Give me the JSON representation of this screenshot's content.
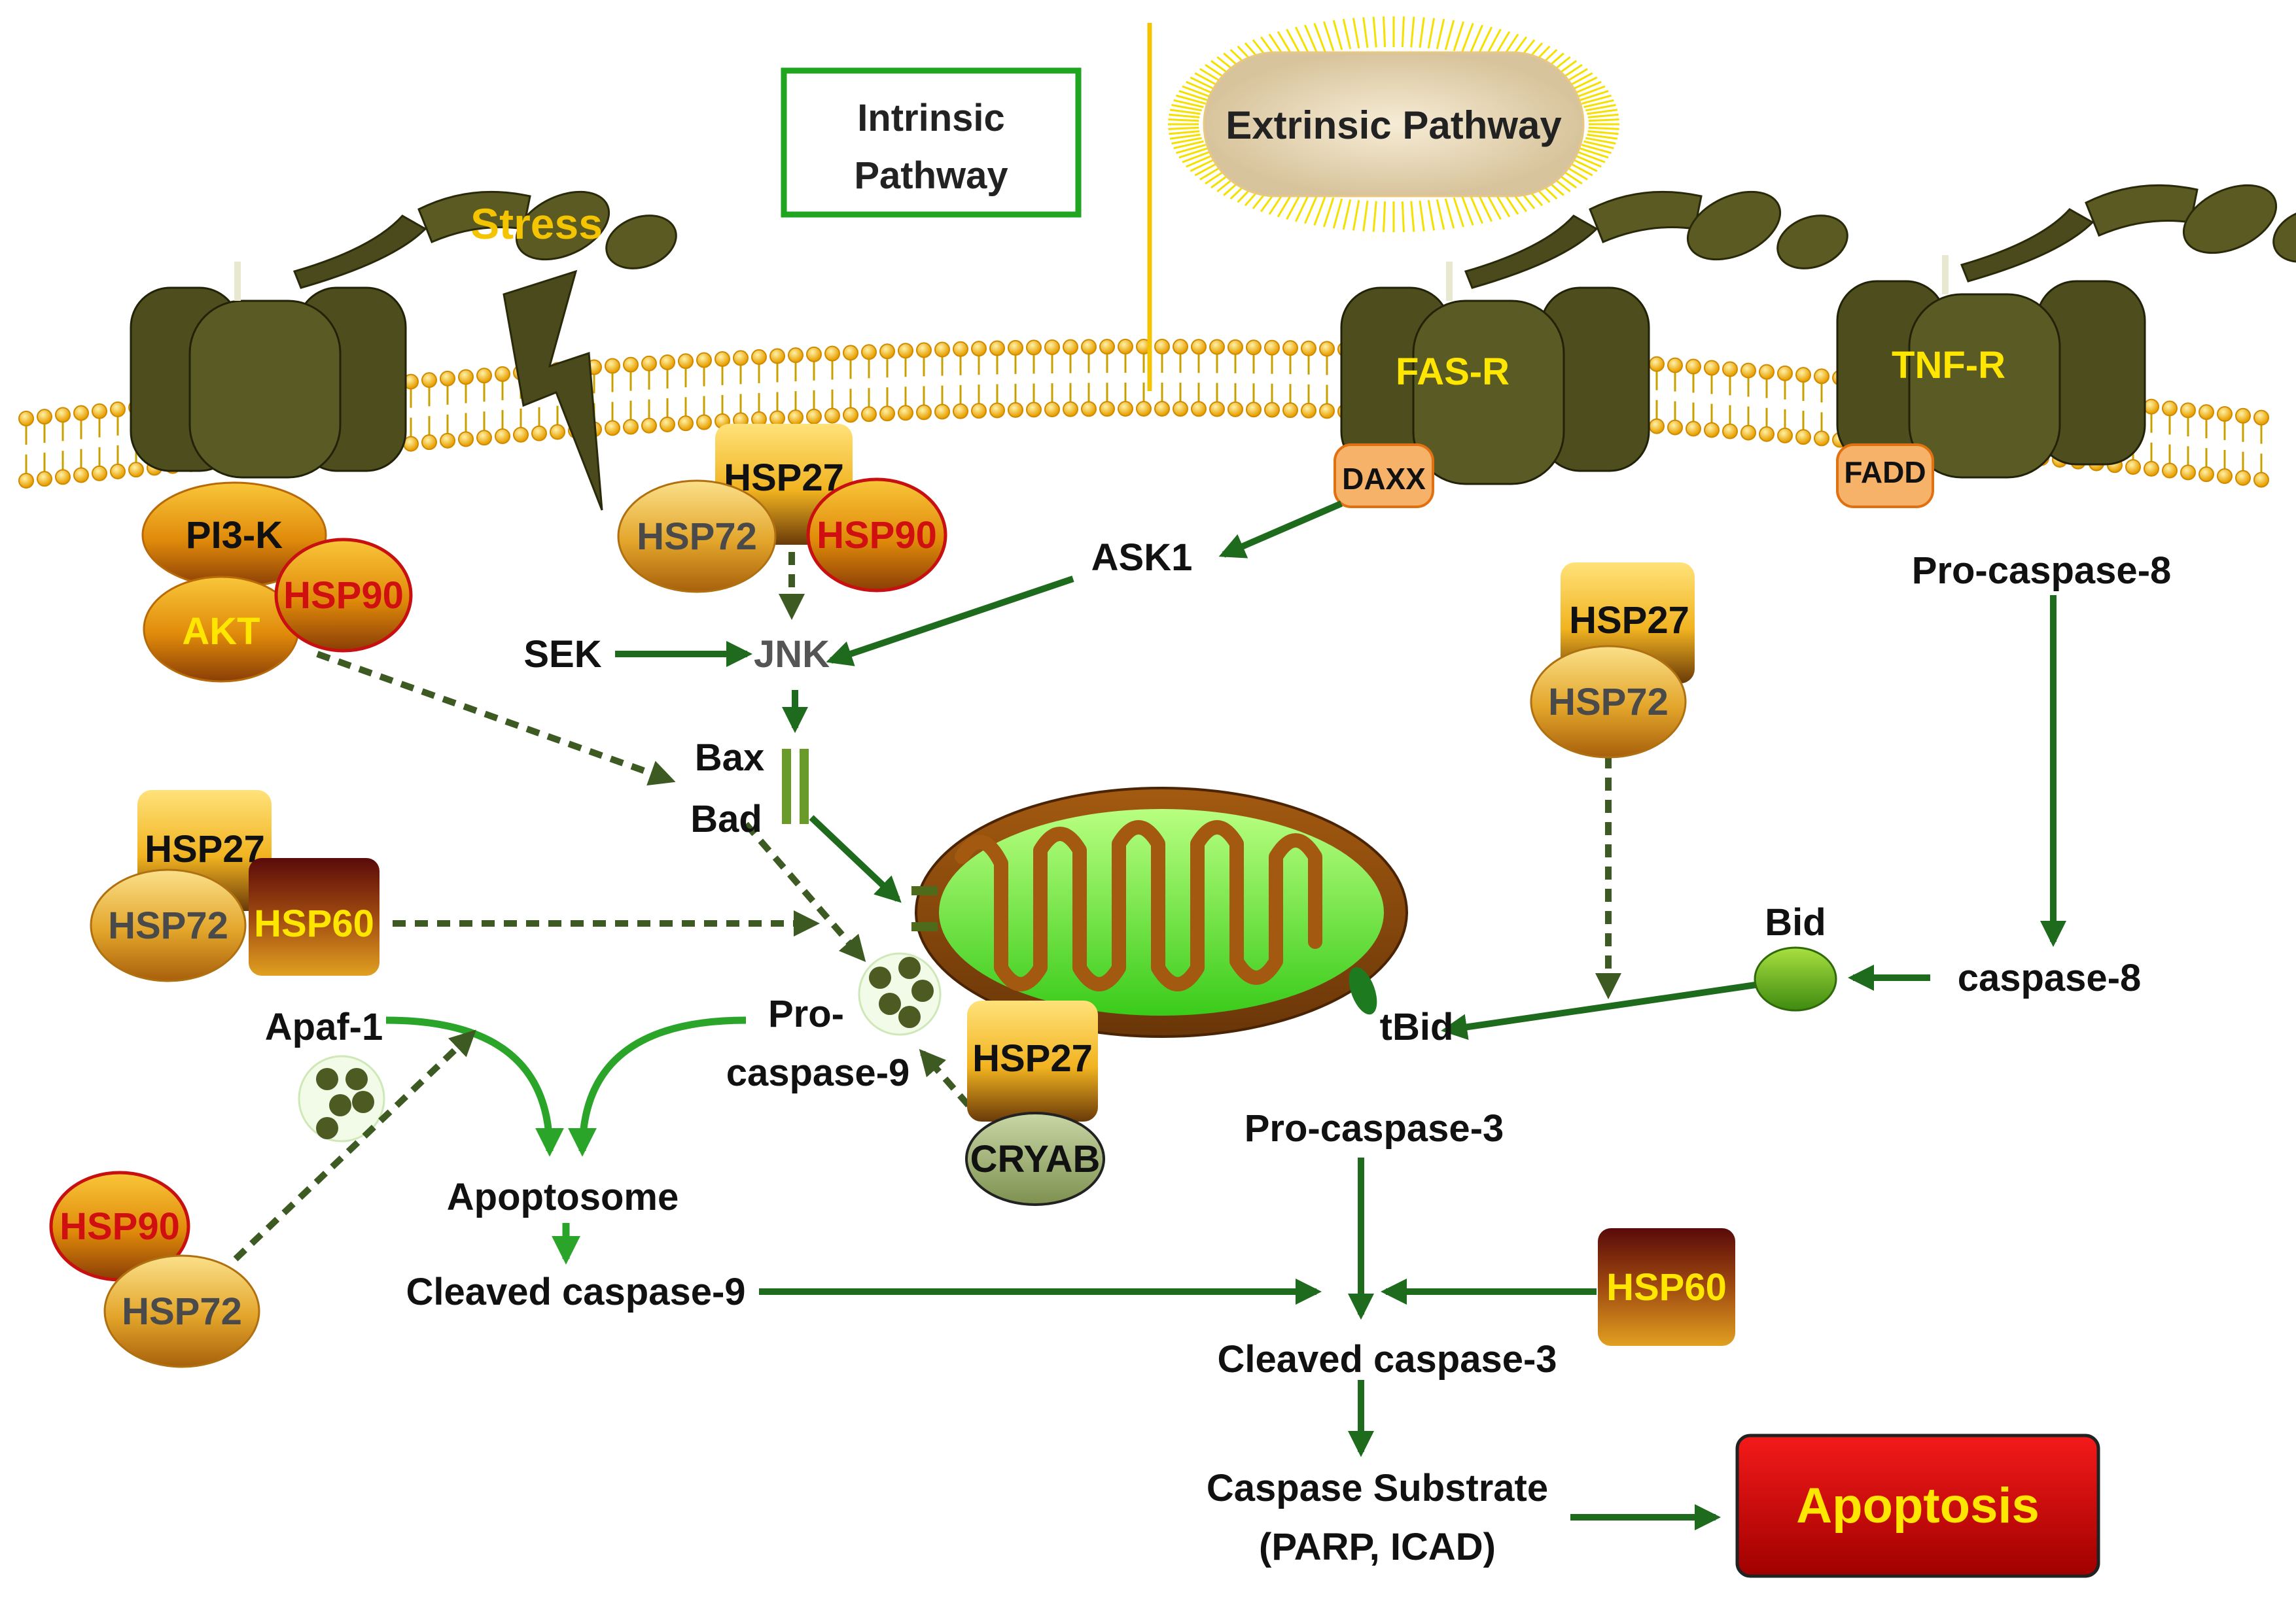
{
  "header": {
    "intrinsic_pathway": [
      "Intrinsic",
      "Pathway"
    ],
    "extrinsic_pathway": "Extrinsic Pathway"
  },
  "membrane": {
    "stress": "Stress",
    "receptors": {
      "fas": "FAS-R",
      "tnf": "TNF-R"
    },
    "adaptors": {
      "daxx": "DAXX",
      "fadd": "FADD"
    }
  },
  "proteins": {
    "pi3k": "PI3-K",
    "akt": "AKT",
    "hsp90": "HSP90",
    "hsp72": "HSP72",
    "hsp27": "HSP27",
    "hsp60": "HSP60",
    "cryab": "CRYAB"
  },
  "labels": {
    "ask1": "ASK1",
    "sek": "SEK",
    "jnk": "JNK",
    "bax": "Bax",
    "bad": "Bad",
    "pro_caspase_8": "Pro-caspase-8",
    "caspase_8": "caspase-8",
    "bid": "Bid",
    "tbid": "tBid",
    "apaf1": "Apaf-1",
    "pro_caspase_9": [
      "Pro-",
      "caspase-9"
    ],
    "apoptosome": "Apoptosome",
    "cleaved_caspase_9": "Cleaved caspase-9",
    "pro_caspase_3": "Pro-caspase-3",
    "cleaved_caspase_3": "Cleaved caspase-3",
    "caspase_substrate": [
      "Caspase Substrate",
      "(PARP, ICAD)"
    ]
  },
  "outcome": {
    "apoptosis": "Apoptosis"
  },
  "colors": {
    "arrow_green": "#1e6b1e",
    "bright_green": "#2aa52a",
    "dotted_arrow": "#3d5a22",
    "receptor_olive": "#4a4a1c",
    "stress_yellow": "#f5c400",
    "hsp_red_text": "#d01010",
    "hsp_yellow_text": "#ffe600",
    "hsp_gray_text": "#4a4a4a",
    "apoptosis_red": "#d40000"
  }
}
